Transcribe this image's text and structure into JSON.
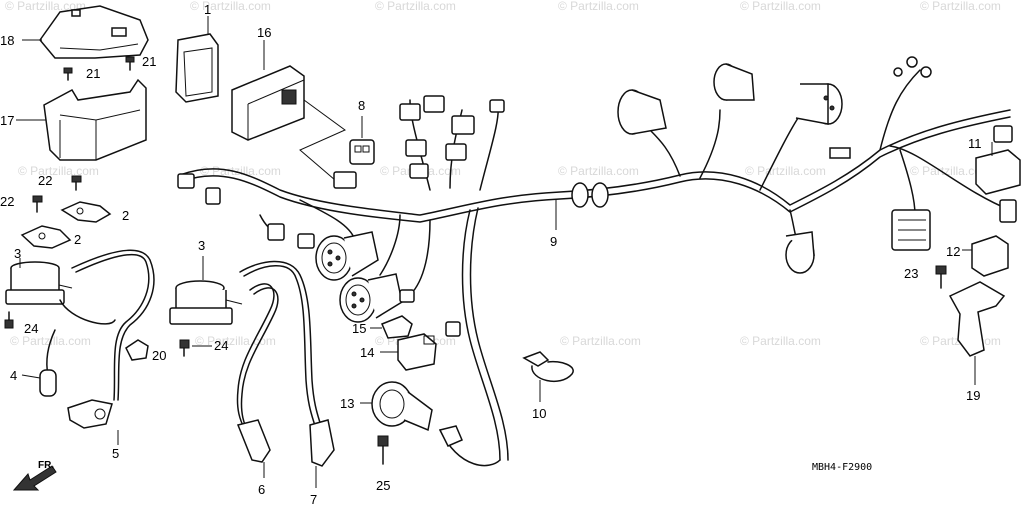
{
  "diagram": {
    "code": "MBH4-F2900",
    "front_label": "FR.",
    "watermark": "© Partzilla.com",
    "callouts": [
      "1",
      "2",
      "2",
      "3",
      "3",
      "4",
      "5",
      "6",
      "7",
      "8",
      "9",
      "10",
      "11",
      "12",
      "13",
      "14",
      "15",
      "16",
      "17",
      "18",
      "19",
      "20",
      "21",
      "21",
      "22",
      "22",
      "23",
      "24",
      "24",
      "25"
    ]
  }
}
